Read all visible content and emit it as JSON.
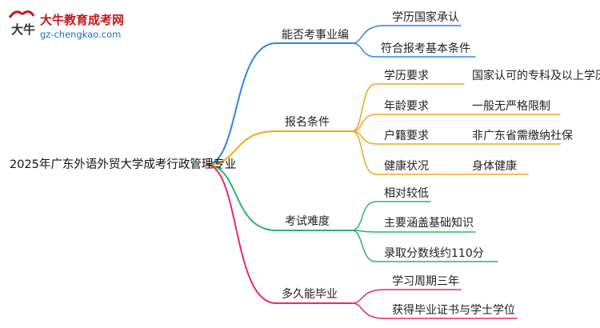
{
  "logo": {
    "title": "大牛教育成考网",
    "url": "gz-chengkao.com",
    "mark": "大牛"
  },
  "mindmap": {
    "root": "2025年广东外语外贸大学成考行政管理专业",
    "branches": [
      {
        "label": "能否考事业编",
        "color": "#2f86e0",
        "children": [
          {
            "label": "学历国家承认"
          },
          {
            "label": "符合报考基本条件"
          }
        ]
      },
      {
        "label": "报名条件",
        "color": "#f2a51c",
        "children": [
          {
            "label": "学历要求",
            "detail": "国家认可的专科及以上学历"
          },
          {
            "label": "年龄要求",
            "detail": "一般无严格限制"
          },
          {
            "label": "户籍要求",
            "detail": "非广东省需缴纳社保"
          },
          {
            "label": "健康状况",
            "detail": "身体健康"
          }
        ]
      },
      {
        "label": "考试难度",
        "color": "#2ab56a",
        "children": [
          {
            "label": "相对较低"
          },
          {
            "label": "主要涵盖基础知识"
          },
          {
            "label": "录取分数线约110分"
          }
        ]
      },
      {
        "label": "多久能毕业",
        "color": "#e8286e",
        "children": [
          {
            "label": "学习周期三年"
          },
          {
            "label": "获得毕业证书与学士学位"
          }
        ]
      }
    ]
  }
}
